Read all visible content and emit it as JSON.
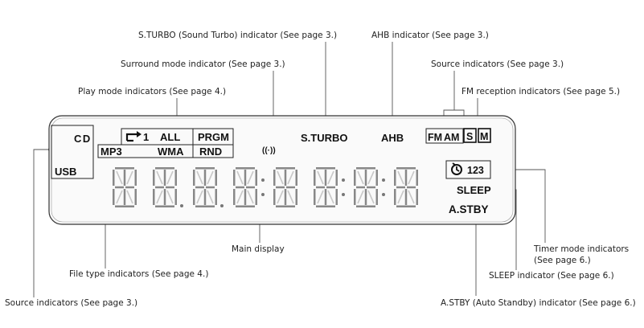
{
  "callouts": {
    "sturbo": "S.TURBO (Sound Turbo) indicator (See page 3.)",
    "ahb": "AHB indicator (See page 3.)",
    "surround": "Surround mode indicator (See page 3.)",
    "source_top": "Source indicators (See page 3.)",
    "play_mode": "Play mode indicators (See page 4.)",
    "fm_reception": "FM reception indicators (See page 5.)",
    "main_display": "Main display",
    "timer_mode_1": "Timer mode indicators",
    "timer_mode_2": "(See page 6.)",
    "file_type": "File type indicators (See page 4.)",
    "sleep": "SLEEP indicator (See page 6.)",
    "source_bottom": "Source indicators (See page 3.)",
    "astby": "A.STBY (Auto Standby) indicator (See page 6.)"
  },
  "display": {
    "cd": "CD",
    "usb": "USB",
    "repeat_one": "1",
    "all": "ALL",
    "prgm": "PRGM",
    "mp3": "MP3",
    "wma": "WMA",
    "rnd": "RND",
    "surround_symbol": "((·))",
    "sturbo": "S.TURBO",
    "ahb": "AHB",
    "fm": "FM",
    "am": "AM",
    "stereo": "S",
    "mono": "M",
    "timer_numbers": "123",
    "sleep": "SLEEP",
    "astby": "A.STBY"
  },
  "icons": {
    "repeat": "repeat-icon",
    "timer": "clock-icon"
  }
}
